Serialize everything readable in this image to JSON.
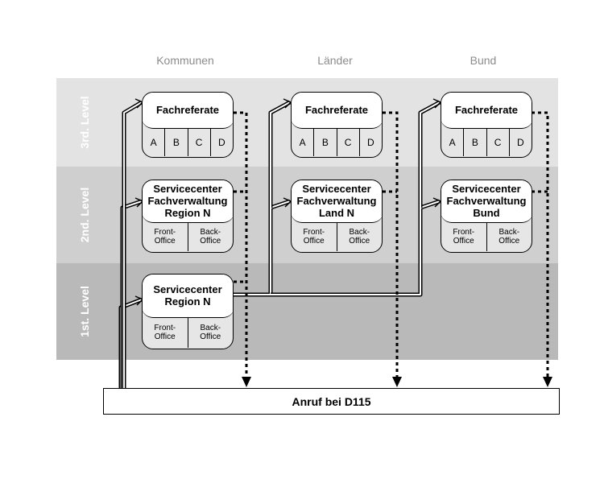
{
  "columns": {
    "kommunen": "Kommunen",
    "laender": "Länder",
    "bund": "Bund"
  },
  "levels": {
    "third": "3rd. Level",
    "second": "2nd. Level",
    "first": "1st. Level"
  },
  "fachreferate": {
    "title": "Fachreferate",
    "cells": [
      "A",
      "B",
      "C",
      "D"
    ]
  },
  "servicecenter_fach": {
    "kommunen": "Servicecenter\nFachverwaltung\nRegion N",
    "laender": "Servicecenter\nFachverwaltung\nLand N",
    "bund": "Servicecenter\nFachverwaltung\nBund"
  },
  "servicecenter_region": "Servicecenter\nRegion N",
  "office": {
    "front": "Front-\nOffice",
    "back": "Back-\nOffice"
  },
  "call_bar": "Anruf bei D115",
  "colors": {
    "band_light": "#e3e3e3",
    "band_mid": "#cfcfcf",
    "band_dark": "#b9b9b9",
    "header_text": "#8c8c8c"
  }
}
